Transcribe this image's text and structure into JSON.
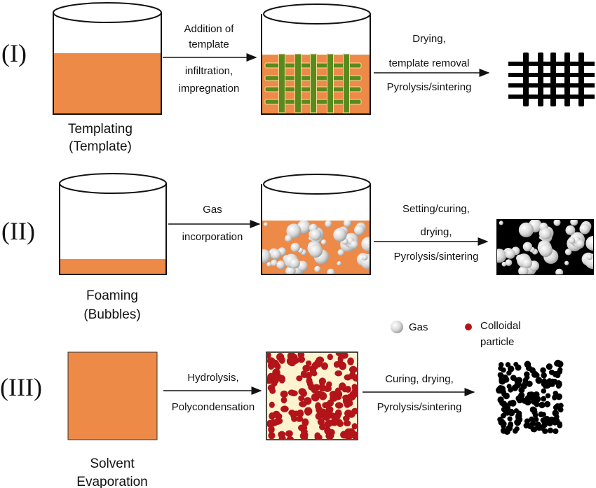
{
  "rows": [
    {
      "numeral": "(I)",
      "method_label": [
        "Templating",
        "(Template)"
      ],
      "step1_text": [
        "Addition of",
        "template",
        "infiltration,",
        "impregnation"
      ],
      "step2_text": [
        "Drying,",
        "template removal",
        "Pyrolysis/sintering"
      ]
    },
    {
      "numeral": "(II)",
      "method_label": [
        "Foaming",
        "(Bubbles)"
      ],
      "step1_text": [
        "Gas",
        "incorporation"
      ],
      "step2_text": [
        "Setting/curing,",
        "drying,",
        "Pyrolysis/sintering"
      ]
    },
    {
      "numeral": "(III)",
      "method_label": [
        "Solvent",
        "Evaporation"
      ],
      "step1_text": [
        "Hydrolysis,",
        "Polycondensation"
      ],
      "step2_text": [
        "Curing, drying,",
        "Pyrolysis/sintering"
      ]
    }
  ],
  "legend": {
    "gas": "Gas",
    "colloidal": [
      "Colloidal",
      "particle"
    ]
  },
  "colors": {
    "slurry": "#ee8a48",
    "template": "#5a8a1e",
    "colloid": "#b3141a",
    "sol": "#fdf3cf",
    "product": "#000000"
  }
}
